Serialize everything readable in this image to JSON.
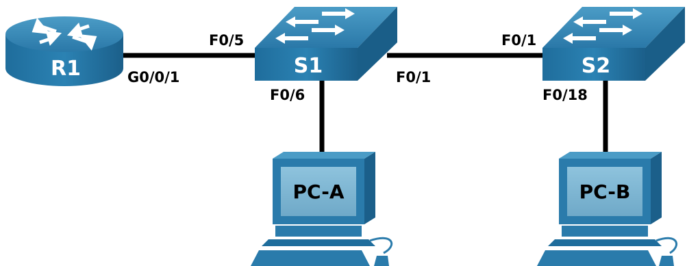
{
  "devices": {
    "router": "R1",
    "switch1": "S1",
    "switch2": "S2",
    "pc_a": "PC-A",
    "pc_b": "PC-B"
  },
  "ports": {
    "r1_g001": "G0/0/1",
    "s1_f05": "F0/5",
    "s1_f06": "F0/6",
    "s1_f01": "F0/1",
    "s2_f01": "F0/1",
    "s2_f018": "F0/18"
  }
}
